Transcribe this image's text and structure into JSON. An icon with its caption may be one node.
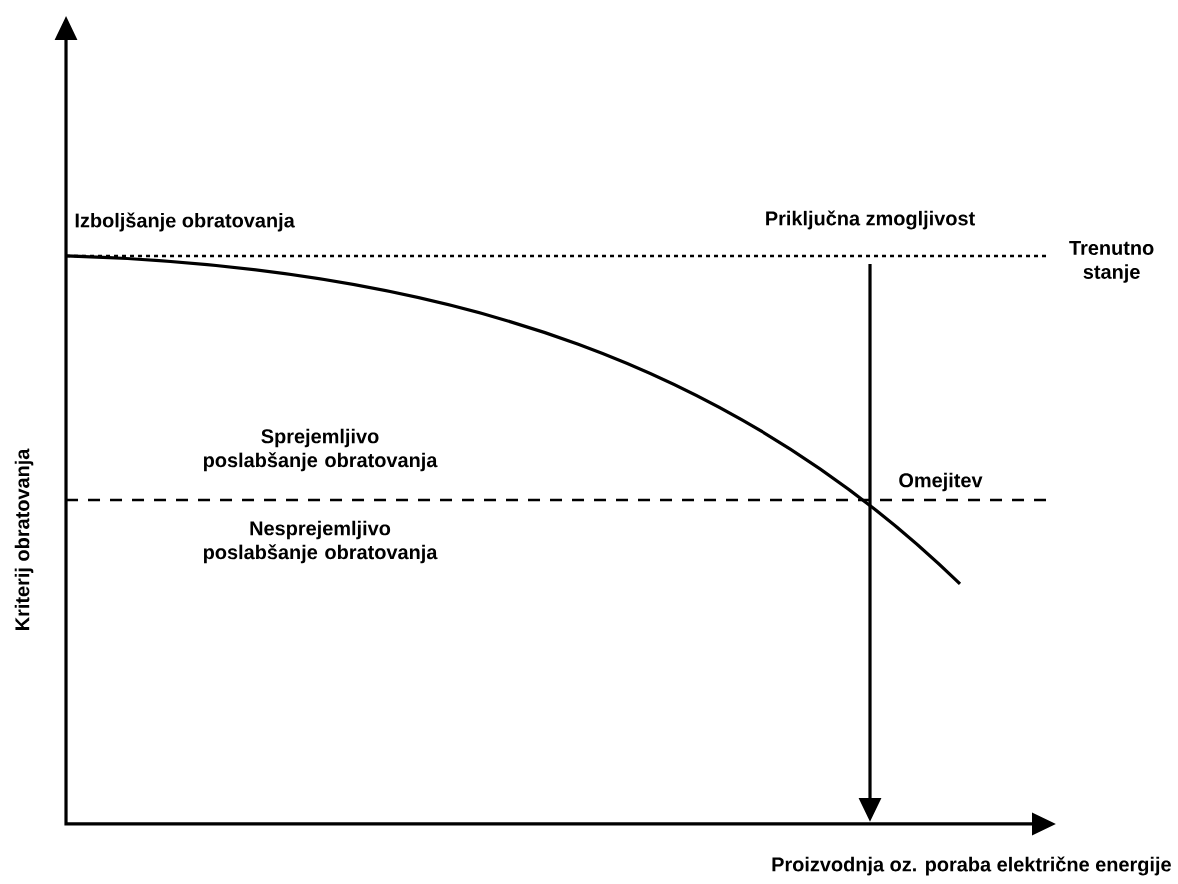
{
  "diagram": {
    "labels": [
      "Izboljšanje obratovanja",
      "Priključna zmogljivost",
      "Trenutno stanje",
      "Sprejemljivo poslabšanje obratovanja",
      "Omejitev",
      "Nesprejemljivo poslabšanje obratovanja",
      "Kriterij obratovanja",
      "Proizvodnja oz. poraba električne energije"
    ]
  }
}
